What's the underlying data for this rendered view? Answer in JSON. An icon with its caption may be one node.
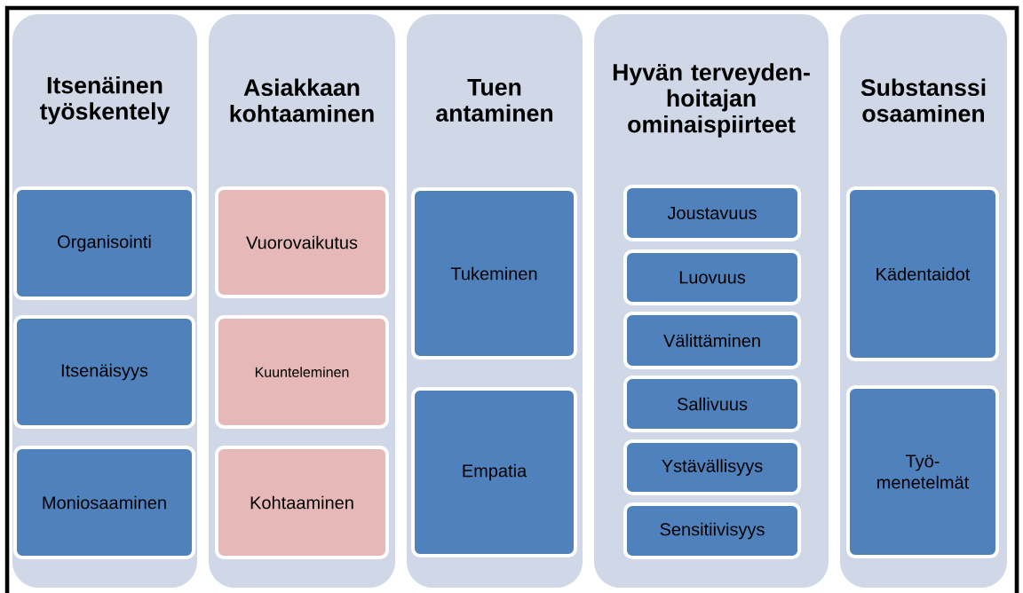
{
  "diagram": {
    "nodes": [
      {
        "text": [
          "Itsenäinen työskentely"
        ]
      },
      {
        "text": [
          "Organisointi"
        ],
        "in": 0
      },
      {
        "text": [
          "Itsenäisyys"
        ],
        "in": 0
      },
      {
        "text": [
          "Moniosaaminen"
        ],
        "in": 0
      },
      {
        "text": [
          "Asiakkaan kohtaaminen"
        ]
      },
      {
        "text": [
          "Vuorovaikutus"
        ],
        "in": 4
      },
      {
        "text": [
          "Kuunteleminen"
        ],
        "in": 4
      },
      {
        "text": [
          "Kohtaaminen"
        ],
        "in": 4
      },
      {
        "text": [
          "Tuen antaminen"
        ]
      },
      {
        "text": [
          "Tukeminen"
        ],
        "in": 8
      },
      {
        "text": [
          "Empatia"
        ],
        "in": 8
      },
      {
        "text": [
          "Hyvän terveyden- hoitajan ominaispiirteet"
        ]
      },
      {
        "text": [
          "Joustavuus"
        ],
        "in": 11
      },
      {
        "text": [
          "Luovuus"
        ],
        "in": 11
      },
      {
        "text": [
          "Välittäminen"
        ],
        "in": 11
      },
      {
        "text": [
          "Sallivuus"
        ],
        "in": 11
      },
      {
        "text": [
          "Ystävällisyys"
        ],
        "in": 11
      },
      {
        "text": [
          "Sensitiivisyys"
        ],
        "in": 11
      },
      {
        "text": [
          "Substanssi osaaminen"
        ]
      },
      {
        "text": [
          "Kädentaidot"
        ],
        "in": 18
      },
      {
        "text": [
          "Työ- menetelmät"
        ],
        "in": 18
      }
    ]
  }
}
